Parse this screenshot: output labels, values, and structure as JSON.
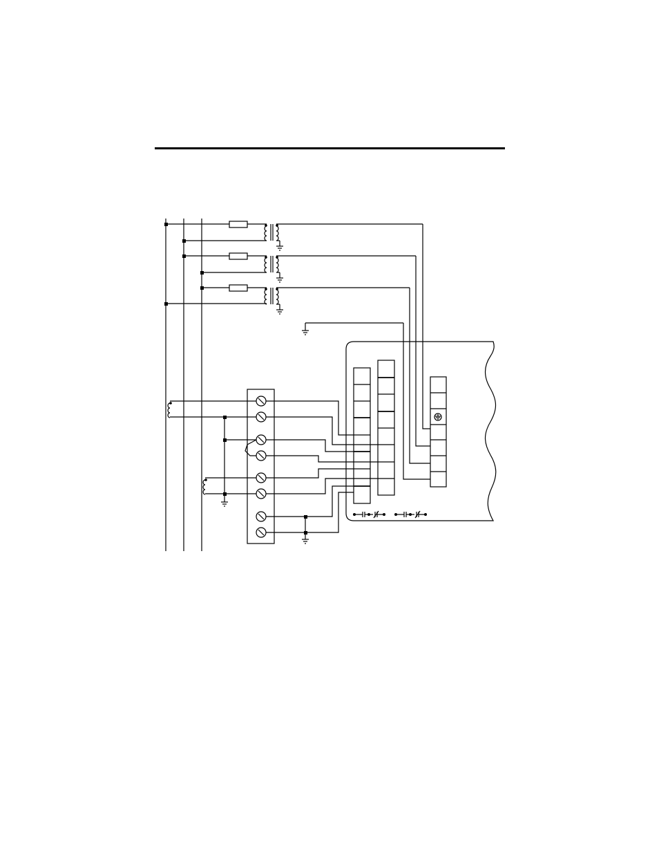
{
  "page": {
    "background": "#ffffff",
    "ink": "#000000"
  },
  "diagram": {
    "bus_lines": [
      "bus-line-1",
      "bus-line-2",
      "bus-line-3"
    ],
    "potential_transformers": 3,
    "current_transformers": 2,
    "terminal_block_screws": 8,
    "meter_terminal_strip_a": 8,
    "meter_terminal_strip_b": 8,
    "meter_terminal_strip_c": 7,
    "ground_symbol_in_strip_c": "earth-ground-icon"
  }
}
